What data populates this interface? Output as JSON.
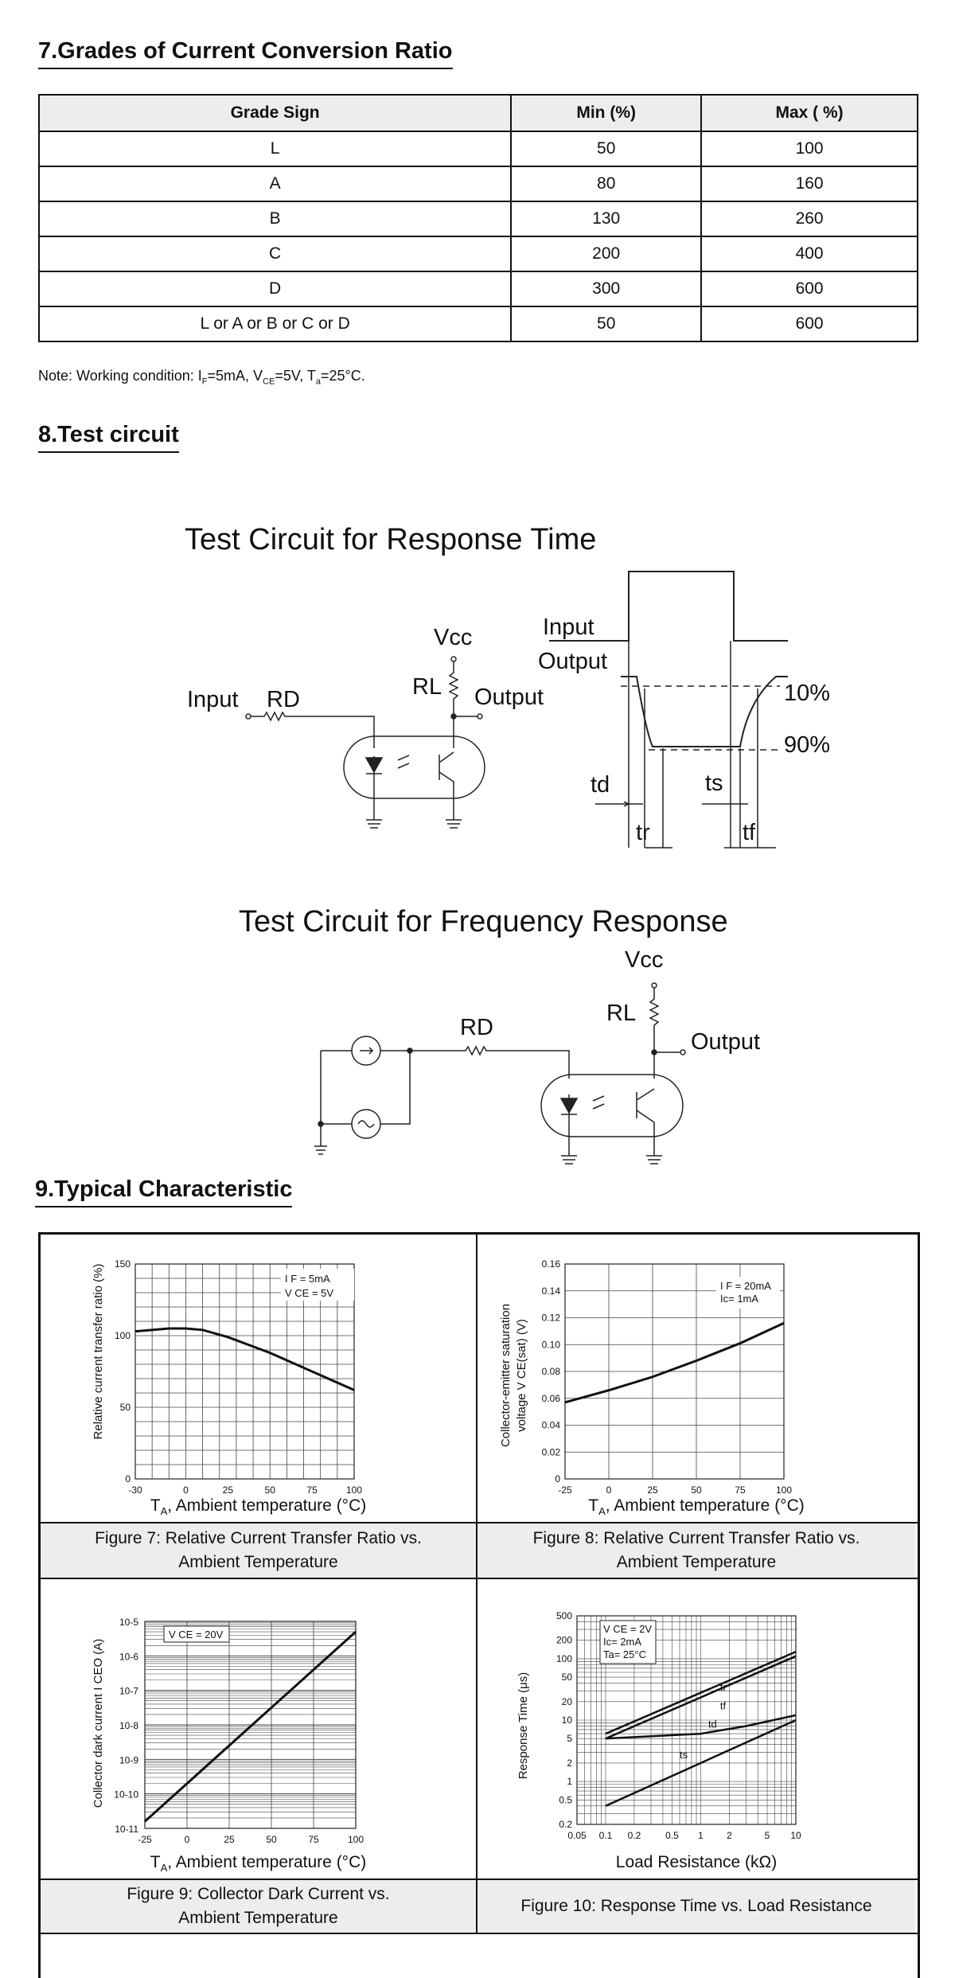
{
  "sections": {
    "s7": "7.Grades of Current Conversion Ratio",
    "s8": "8.Test circuit",
    "s9": "9.Typical Characteristic"
  },
  "grades_table": {
    "headers": [
      "Grade Sign",
      "Min (%)",
      "Max ( %)"
    ],
    "rows": [
      [
        "L",
        "50",
        "100"
      ],
      [
        "A",
        "80",
        "160"
      ],
      [
        "B",
        "130",
        "260"
      ],
      [
        "C",
        "200",
        "400"
      ],
      [
        "D",
        "300",
        "600"
      ],
      [
        "L or A or B or C or D",
        "50",
        "600"
      ]
    ]
  },
  "note": {
    "prefix": "Note: Working condition: I",
    "if_sub": "F",
    "if_val": "=5mA, V",
    "vce_sub": "CE",
    "vce_val": "=5V, T",
    "ta_sub": "a",
    "ta_val": "=25°C."
  },
  "circuits": {
    "resp_title": "Test Circuit for Response Time",
    "freq_title": "Test Circuit for Frequency Response",
    "vcc": "Vcc",
    "rl": "RL",
    "rd": "RD",
    "input": "Input",
    "output": "Output",
    "wave_input": "Input",
    "wave_output": "Output",
    "pct10": "10%",
    "pct90": "90%",
    "td": "td",
    "tr": "tr",
    "ts": "ts",
    "tf": "tf"
  },
  "figures": {
    "fig7": {
      "caption_line1": "Figure 7: Relative Current Transfer Ratio vs.",
      "caption_line2": "Ambient Temperature",
      "xlabel_t": "T",
      "xlabel_sub": "A",
      "xlabel_rest": ", Ambient temperature (°C)",
      "ylabel": "Relative current transfer ratio (%)",
      "cond1": "I F = 5mA",
      "cond2": "V CE = 5V"
    },
    "fig8": {
      "caption_line1": "Figure 8: Relative Current Transfer Ratio vs.",
      "caption_line2": "Ambient Temperature",
      "xlabel_t": "T",
      "xlabel_sub": "A",
      "xlabel_rest": ", Ambient temperature (°C)",
      "ylabel1": "Collector-emitter saturation",
      "ylabel2": "voltage V CE(sat) (V)",
      "cond1": "I F = 20mA",
      "cond2": "Ic= 1mA"
    },
    "fig9": {
      "caption_line1": "Figure 9: Collector Dark Current vs.",
      "caption_line2": "Ambient Temperature",
      "xlabel_t": "T",
      "xlabel_sub": "A",
      "xlabel_rest": ", Ambient temperature (°C)",
      "ylabel": "Collector dark current I CEO (A)",
      "cond1": "V CE = 20V"
    },
    "fig10": {
      "caption": "Figure 10: Response Time vs. Load Resistance",
      "xlabel": "Load Resistance (kΩ)",
      "ylabel": "Response Time (μs)",
      "cond1": "V CE = 2V",
      "cond2": "Ic= 2mA",
      "cond3": "Ta= 25°C"
    }
  },
  "chart_data": [
    {
      "type": "line",
      "x": [
        -30,
        -10,
        0,
        10,
        25,
        50,
        75,
        100
      ],
      "series": [
        {
          "values": [
            103,
            105,
            105,
            104,
            99,
            88,
            75,
            62
          ]
        }
      ],
      "xlim": [
        -30,
        100
      ],
      "ylim": [
        0,
        150
      ],
      "xticks": [
        "-30",
        "0",
        "25",
        "50",
        "75",
        "100"
      ],
      "yticks": [
        "0",
        "50",
        "100",
        "150"
      ],
      "grid": true
    },
    {
      "type": "line",
      "x": [
        -25,
        0,
        25,
        50,
        75,
        100
      ],
      "series": [
        {
          "values": [
            0.057,
            0.066,
            0.076,
            0.088,
            0.101,
            0.116
          ]
        }
      ],
      "xlim": [
        -25,
        100
      ],
      "ylim": [
        0,
        0.16
      ],
      "xticks": [
        "-25",
        "0",
        "25",
        "50",
        "75",
        "100"
      ],
      "yticks": [
        "0",
        "0.02",
        "0.04",
        "0.06",
        "0.08",
        "0.10",
        "0.12",
        "0.14",
        "0.16"
      ],
      "grid": true
    },
    {
      "type": "line",
      "x": [
        -25,
        100
      ],
      "series": [
        {
          "values": [
            -10.8,
            -5.3
          ]
        }
      ],
      "xlim": [
        -25,
        100
      ],
      "ylim": [
        -11,
        -5
      ],
      "yscale": "log",
      "xticks": [
        "-25",
        "0",
        "25",
        "50",
        "75",
        "100"
      ],
      "yticks": [
        "10-11",
        "10-10",
        "10-9",
        "10-8",
        "10-7",
        "10-6",
        "10-5"
      ],
      "grid": true
    },
    {
      "type": "line",
      "xscale": "log",
      "yscale": "log",
      "xlim": [
        0.05,
        10
      ],
      "ylim": [
        0.2,
        500
      ],
      "xticks": [
        "0.05",
        "0.1",
        "0.2",
        "0.5",
        "1",
        "2",
        "5",
        "10"
      ],
      "yticks": [
        "0.2",
        "0.5",
        "1",
        "2",
        "5",
        "10",
        "20",
        "50",
        "100",
        "200",
        "500"
      ],
      "series": [
        {
          "name": "tr",
          "x": [
            0.1,
            10
          ],
          "values": [
            6,
            130
          ]
        },
        {
          "name": "tf",
          "x": [
            0.1,
            10
          ],
          "values": [
            5,
            110
          ]
        },
        {
          "name": "td",
          "x": [
            0.1,
            1,
            3,
            10
          ],
          "values": [
            5,
            6,
            8,
            12
          ]
        },
        {
          "name": "ts",
          "x": [
            0.1,
            10
          ],
          "values": [
            0.4,
            10
          ]
        }
      ],
      "grid": true
    }
  ]
}
